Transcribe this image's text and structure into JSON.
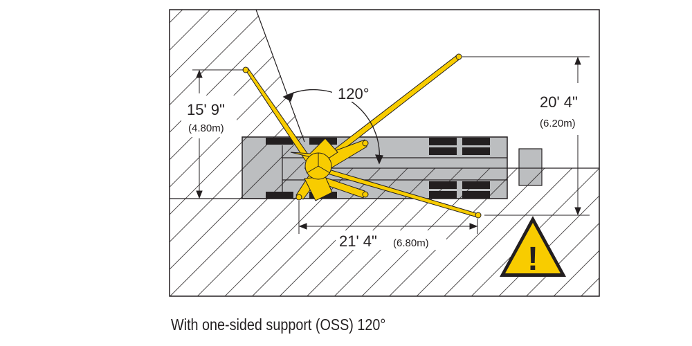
{
  "diagram": {
    "angle_label": "120°",
    "dim_left": {
      "imperial": "15' 9\"",
      "metric": "(4.80m)"
    },
    "dim_right": {
      "imperial": "20' 4\"",
      "metric": "(6.20m)"
    },
    "dim_bottom": {
      "imperial": "21' 4\"",
      "metric": "(6.80m)"
    },
    "warning_symbol": "!",
    "colors": {
      "outrigger": "#f8cc00",
      "vehicle": "#bcbec0",
      "pads": "#231f20",
      "hatch": "#231f20"
    }
  },
  "caption": "With one-sided support (OSS) 120°"
}
